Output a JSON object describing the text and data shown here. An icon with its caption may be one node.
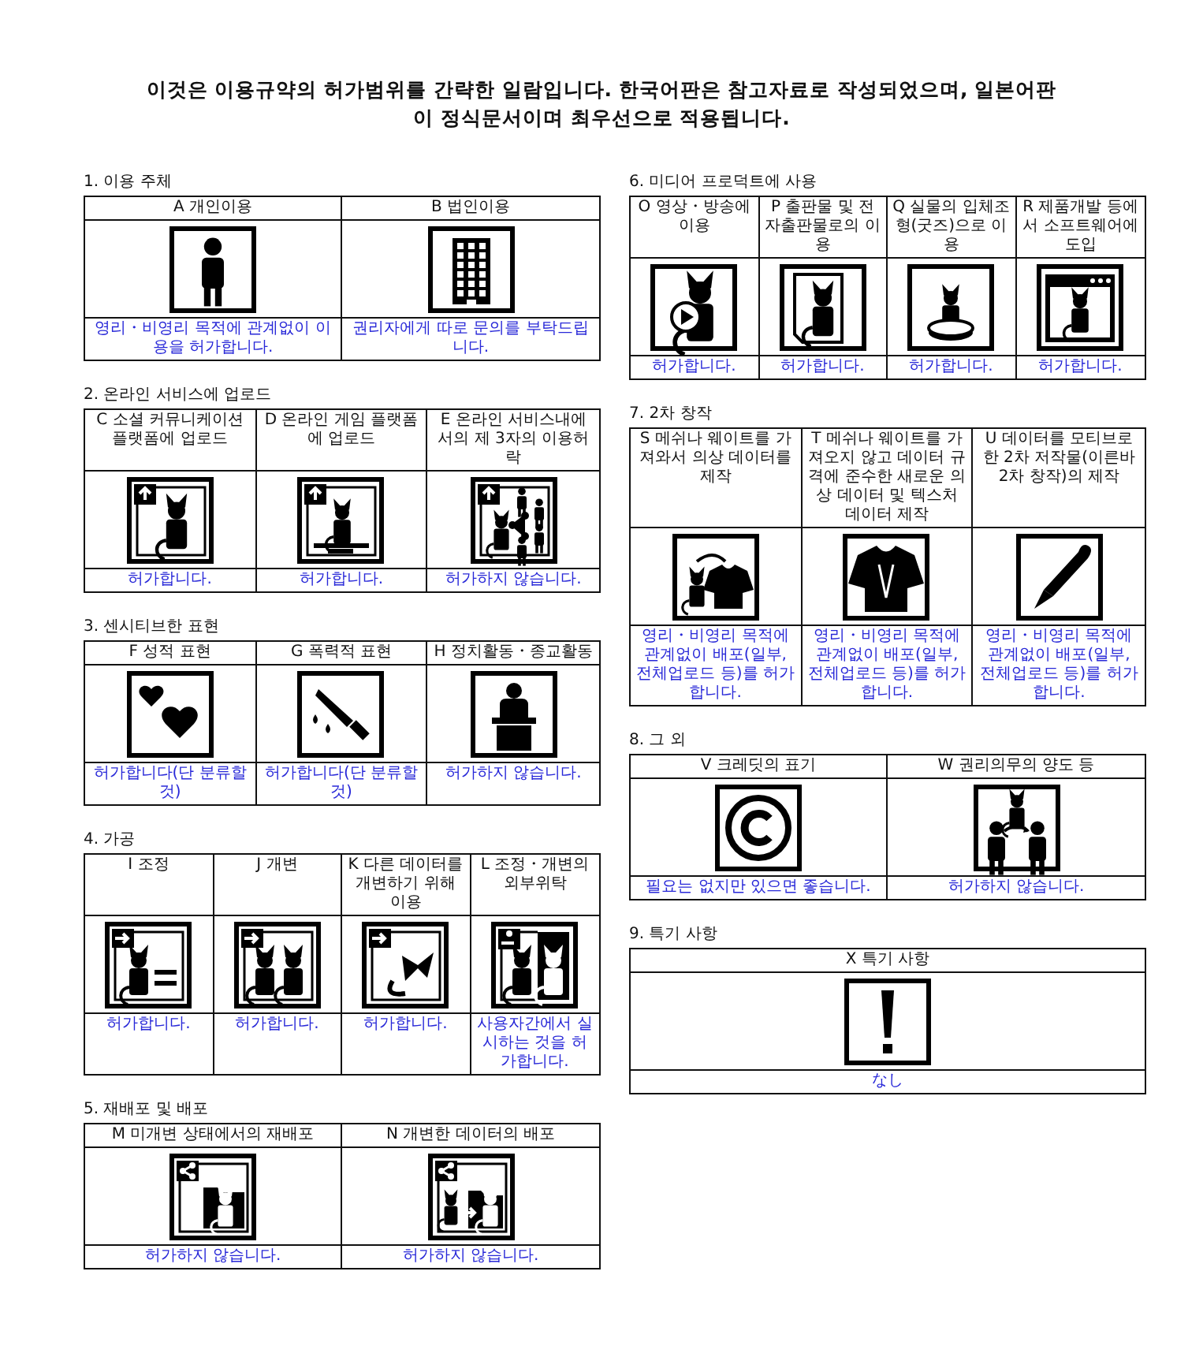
{
  "diagram": {
    "title": "이것은 이용규약의 허가범위를 간략한 일람입니다. 한국어판은 참고자료로 작성되었으며, 일본어판이 정식문서이며 최우선으로 적용됩니다.",
    "nodes": [
      {
        "text": [
          "1. 이용 주체"
        ]
      },
      {
        "text": [
          "A 개인이용",
          "영리・비영리 목적에 관계없이 이용을 허가합니다."
        ],
        "in": 0
      },
      {
        "text": [
          "B 법인이용",
          "권리자에게 따로 문의를 부탁드립니다."
        ],
        "in": 0
      },
      {
        "text": [
          "2. 온라인 서비스에 업로드"
        ]
      },
      {
        "text": [
          "C 소셜 커뮤니케이션 플랫폼에 업로드",
          "허가합니다."
        ],
        "in": 3
      },
      {
        "text": [
          "D 온라인 게임 플랫폼에 업로드",
          "허가합니다."
        ],
        "in": 3
      },
      {
        "text": [
          "E 온라인 서비스내에서의 제 3자의 이용허락",
          "허가하지 않습니다."
        ],
        "in": 3
      },
      {
        "text": [
          "3. 센시티브한 표현"
        ]
      },
      {
        "text": [
          "F 성적 표현",
          "허가합니다(단 분류할 것)"
        ],
        "in": 7
      },
      {
        "text": [
          "G 폭력적 표현",
          "허가합니다(단 분류할 것)"
        ],
        "in": 7
      },
      {
        "text": [
          "H 정치활동・종교활동",
          "허가하지 않습니다."
        ],
        "in": 7
      },
      {
        "text": [
          "4. 가공"
        ]
      },
      {
        "text": [
          "I 조정",
          "허가합니다."
        ],
        "in": 11
      },
      {
        "text": [
          "J 개변",
          "허가합니다."
        ],
        "in": 11
      },
      {
        "text": [
          "K 다른 데이터를 개변하기 위해 이용",
          "허가합니다."
        ],
        "in": 11
      },
      {
        "text": [
          "L 조정・개변의 외부위탁",
          "사용자간에서 실시하는 것을 허가합니다."
        ],
        "in": 11
      },
      {
        "text": [
          "5. 재배포 및 배포"
        ]
      },
      {
        "text": [
          "M 미개변 상태에서의 재배포",
          "허가하지 않습니다."
        ],
        "in": 16
      },
      {
        "text": [
          "N 개변한 데이터의 배포",
          "허가하지 않습니다."
        ],
        "in": 16
      },
      {
        "text": [
          "6. 미디어 프로덕트에 사용"
        ]
      },
      {
        "text": [
          "O 영상・방송에 이용",
          "허가합니다."
        ],
        "in": 19
      },
      {
        "text": [
          "P 출판물 및 전자출판물로의 이용",
          "허가합니다."
        ],
        "in": 19
      },
      {
        "text": [
          "Q 실물의 입체조형(굿즈)으로 이용",
          "허가합니다."
        ],
        "in": 19
      },
      {
        "text": [
          "R 제품개발 등에서 소프트웨어에 도입",
          "허가합니다."
        ],
        "in": 19
      },
      {
        "text": [
          "7. 2차 창작"
        ]
      },
      {
        "text": [
          "S 메쉬나 웨이트를 가져와서 의상 데이터를 제작",
          "영리・비영리 목적에 관계없이 배포(일부, 전체업로드 등)를 허가합니다."
        ],
        "in": 24
      },
      {
        "text": [
          "T 메쉬나 웨이트를 가져오지 않고 데이터 규격에 준수한 새로운 의상 데이터 및 텍스처 데이터 제작",
          "영리・비영리 목적에 관계없이 배포(일부, 전체업로드 등)를 허가합니다."
        ],
        "in": 24
      },
      {
        "text": [
          "U 데이터를 모티브로 한 2차 저작물(이른바 2차 창작)의 제작",
          "영리・비영리 목적에 관계없이 배포(일부, 전체업로드 등)를 허가합니다."
        ],
        "in": 24
      },
      {
        "text": [
          "8. 그 외"
        ]
      },
      {
        "text": [
          "V 크레딧의 표기",
          "필요는 없지만 있으면 좋습니다."
        ],
        "in": 28
      },
      {
        "text": [
          "W 권리의무의 양도 등",
          "허가하지 않습니다."
        ],
        "in": 28
      },
      {
        "text": [
          "9. 특기 사항"
        ]
      },
      {
        "text": [
          "X 특기 사항",
          "なし"
        ],
        "in": 31
      }
    ]
  }
}
